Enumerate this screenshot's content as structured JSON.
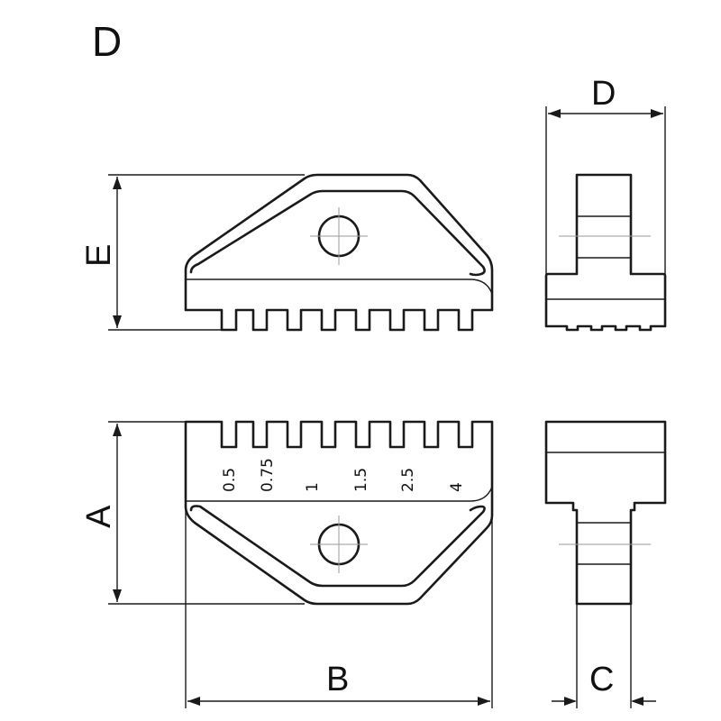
{
  "title": "D",
  "dimensions": {
    "A": "A",
    "B": "B",
    "C": "C",
    "D": "D",
    "E": "E"
  },
  "wire_sizes": [
    "0.5",
    "0.75",
    "1",
    "1.5",
    "2.5",
    "4"
  ]
}
